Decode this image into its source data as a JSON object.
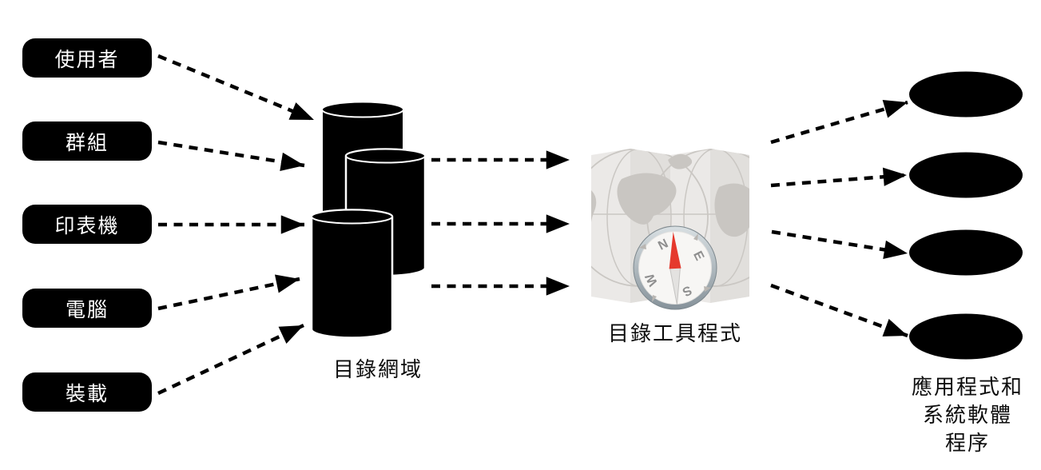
{
  "sources": [
    {
      "label": "使用者"
    },
    {
      "label": "群組"
    },
    {
      "label": "印表機"
    },
    {
      "label": "電腦"
    },
    {
      "label": "裝載"
    }
  ],
  "directory_domain": {
    "label": "目錄網域"
  },
  "directory_utility": {
    "label": "目錄工具程式",
    "compass": {
      "n": "N",
      "e": "E",
      "s": "S",
      "w": "W"
    }
  },
  "applications": {
    "label_lines": [
      "應用程式和",
      "系統軟體",
      "程序"
    ]
  },
  "colors": {
    "node_fill": "#000000",
    "node_text": "#ffffff",
    "arrow": "#000000",
    "map_paper_light": "#ebe9e7",
    "map_paper_dark": "#e1dfdc",
    "map_art": "#c9c6c2",
    "compass_rim": "#aab6bc",
    "compass_face": "#f7f6f4",
    "compass_needle_red": "#e5392d",
    "compass_letters": "#8f8f8f"
  }
}
